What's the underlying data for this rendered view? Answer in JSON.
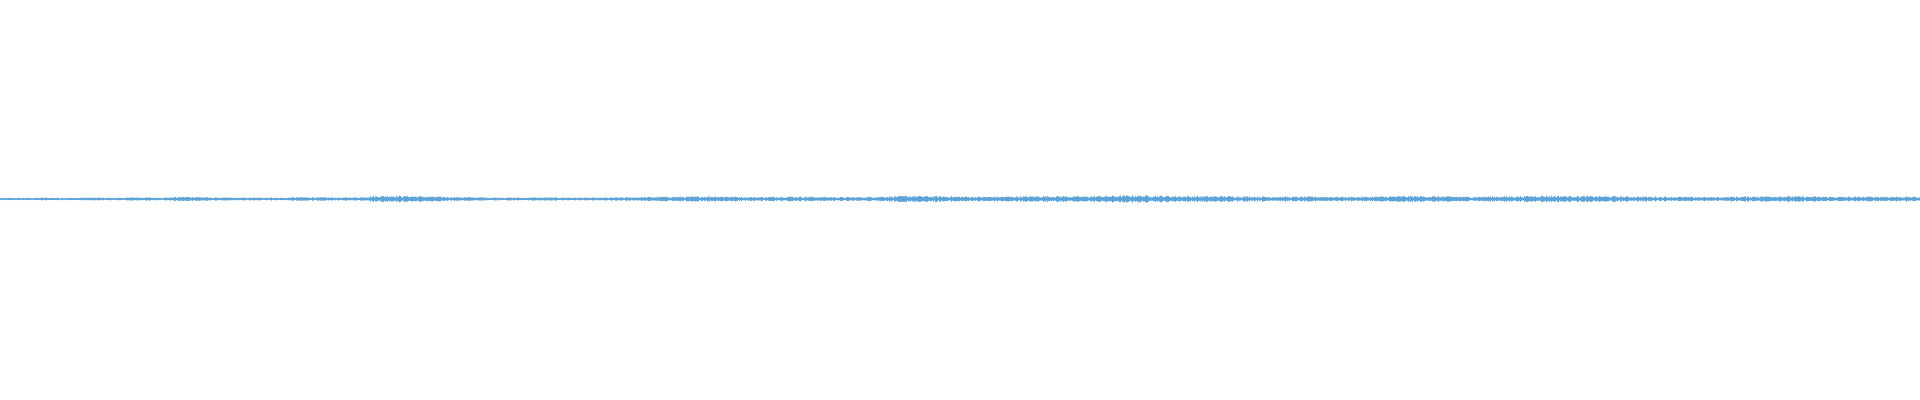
{
  "waveform": {
    "color": "#5ba3d9",
    "baseline_color": "#5ba3d9",
    "icon": "audio-waveform-icon",
    "amplitude_profile": [
      0.25,
      0.3,
      0.28,
      0.35,
      0.32,
      0.3,
      0.38,
      0.33,
      0.3,
      0.45,
      0.4,
      0.36,
      0.55,
      0.6,
      0.42,
      0.38,
      0.34,
      0.36,
      0.4,
      0.32,
      0.48,
      0.46,
      0.4,
      0.38,
      0.44,
      0.72,
      0.85,
      0.8,
      0.7,
      0.62,
      0.55,
      0.5,
      0.44,
      0.4,
      0.38,
      0.36,
      0.42,
      0.4,
      0.38,
      0.36,
      0.34,
      0.4,
      0.42,
      0.5,
      0.55,
      0.6,
      0.58,
      0.65,
      0.7,
      0.62,
      0.55,
      0.5,
      0.58,
      0.64,
      0.6,
      0.55,
      0.52,
      0.48,
      0.5,
      0.62,
      0.7,
      0.78,
      0.74,
      0.7,
      0.66,
      0.62,
      0.58,
      0.6,
      0.64,
      0.7,
      0.72,
      0.75,
      0.68,
      0.66,
      0.78,
      0.82,
      0.9,
      0.88,
      0.8,
      0.76,
      0.72,
      0.7,
      0.74,
      0.7,
      0.66,
      0.62,
      0.6,
      0.58,
      0.6,
      0.62,
      0.58,
      0.55,
      0.6,
      0.66,
      0.72,
      0.74,
      0.7,
      0.66,
      0.62,
      0.6,
      0.64,
      0.66,
      0.7,
      0.78,
      0.84,
      0.8,
      0.76,
      0.72,
      0.7,
      0.66,
      0.64,
      0.6,
      0.58,
      0.55,
      0.52,
      0.5,
      0.55,
      0.62,
      0.68,
      0.74,
      0.7,
      0.66,
      0.62,
      0.58,
      0.55,
      0.58,
      0.62,
      0.6,
      0.58,
      0.54
    ]
  }
}
